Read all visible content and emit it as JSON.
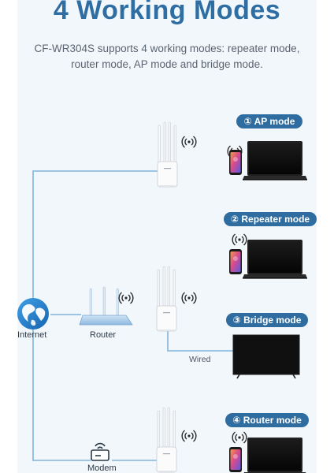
{
  "header": {
    "title": "4 Working Modes",
    "subtitle": "CF-WR304S supports 4 working modes: repeater mode, router mode, AP mode and bridge mode."
  },
  "modes": [
    {
      "label": "① AP mode"
    },
    {
      "label": "② Repeater mode"
    },
    {
      "label": "③ Bridge mode"
    },
    {
      "label": "④ Router mode"
    }
  ],
  "devices": {
    "internet_label": "Internet",
    "router_label": "Router",
    "modem_label": "Modem",
    "wired_label": "Wired"
  },
  "colors": {
    "accent": "#2f6da1",
    "line": "#7fb4dc",
    "panel": "#f2f7fc"
  }
}
